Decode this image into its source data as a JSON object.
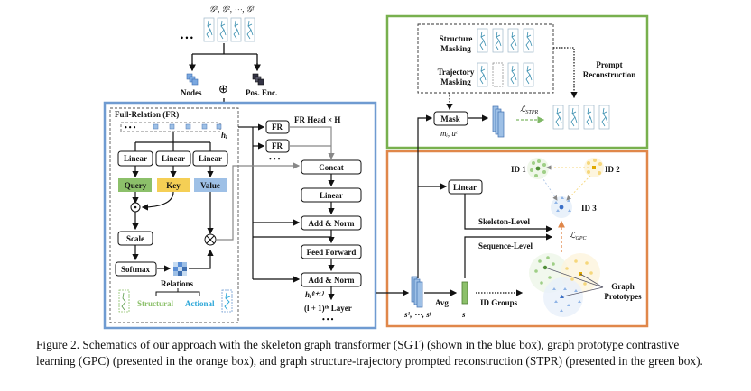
{
  "figure": {
    "input": {
      "graphs_label": "𝒢¹, 𝒢², ⋯, 𝒢ᶠ",
      "ellipsis": "• • •",
      "nodes_label": "Nodes",
      "pos_enc_label": "Pos. Enc.",
      "plus_symbol": "⊕"
    },
    "sgt_box": {
      "color": "#6f9bd1",
      "fr_title": "Full-Relation (FR)",
      "h_label": "hᵢ",
      "linear_labels": [
        "Linear",
        "Linear",
        "Linear"
      ],
      "qkv": [
        {
          "label": "Query",
          "color": "#8cc06a"
        },
        {
          "label": "Key",
          "color": "#f5cf55"
        },
        {
          "label": "Value",
          "color": "#9ec0e6"
        }
      ],
      "dot_symbol": "⊙",
      "otimes_symbol": "⊗",
      "scale_label": "Scale",
      "softmax_label": "Softmax",
      "relations_label": "Relations",
      "structural_label": "Structural",
      "structural_color": "#8cc06a",
      "actional_label": "Actional",
      "actional_color": "#2aa6d8",
      "fr_head_label": "FR Head × H",
      "fr_labels": [
        "FR",
        "FR"
      ],
      "fr_ellipsis": "• • •",
      "concat_label": "Concat",
      "linear2_label": "Linear",
      "addnorm1_label": "Add & Norm",
      "feedforward_label": "Feed Forward",
      "addnorm2_label": "Add & Norm",
      "h_next_label": "hᵢ⁽ˡ⁺¹⁾",
      "layer_label": "(l + 1)ᵗʰ Layer",
      "layer_ellipsis": "• • •"
    },
    "stpr_box": {
      "color": "#78b04e",
      "structure_masking": [
        "Structure",
        "Masking"
      ],
      "trajectory_masking": [
        "Trajectory",
        "Masking"
      ],
      "mask_label": "Mask",
      "mask_params": "mᵢ, uᵗ",
      "loss_label": "ℒ_STPR",
      "prompt_reconstruction": [
        "Prompt",
        "Reconstruction"
      ]
    },
    "gpc_box": {
      "color": "#e0874a",
      "linear_label": "Linear",
      "skeleton_level": "Skeleton-Level",
      "sequence_level": "Sequence-Level",
      "id1": "ID 1",
      "id2": "ID 2",
      "id3": "ID 3",
      "loss_label": "ℒ_GPC",
      "seq_feats": "s¹, ⋯, sᶠ",
      "avg_label": "Avg",
      "s_label": "s",
      "id_groups": "ID Groups",
      "graph_prototypes": [
        "Graph",
        "Prototypes"
      ],
      "cluster_colors": {
        "green": "#7fb866",
        "yellow": "#f2c23c",
        "blue": "#5b8fd6"
      }
    }
  },
  "caption": {
    "line1": "Figure 2.  Schematics of our approach with the skeleton graph transformer (SGT) (shown in the blue box), graph prototype contrastive",
    "line2": "learning (GPC) (presented in the orange box), and graph structure-trajectory prompted reconstruction (STPR) (presented in the green box)."
  }
}
